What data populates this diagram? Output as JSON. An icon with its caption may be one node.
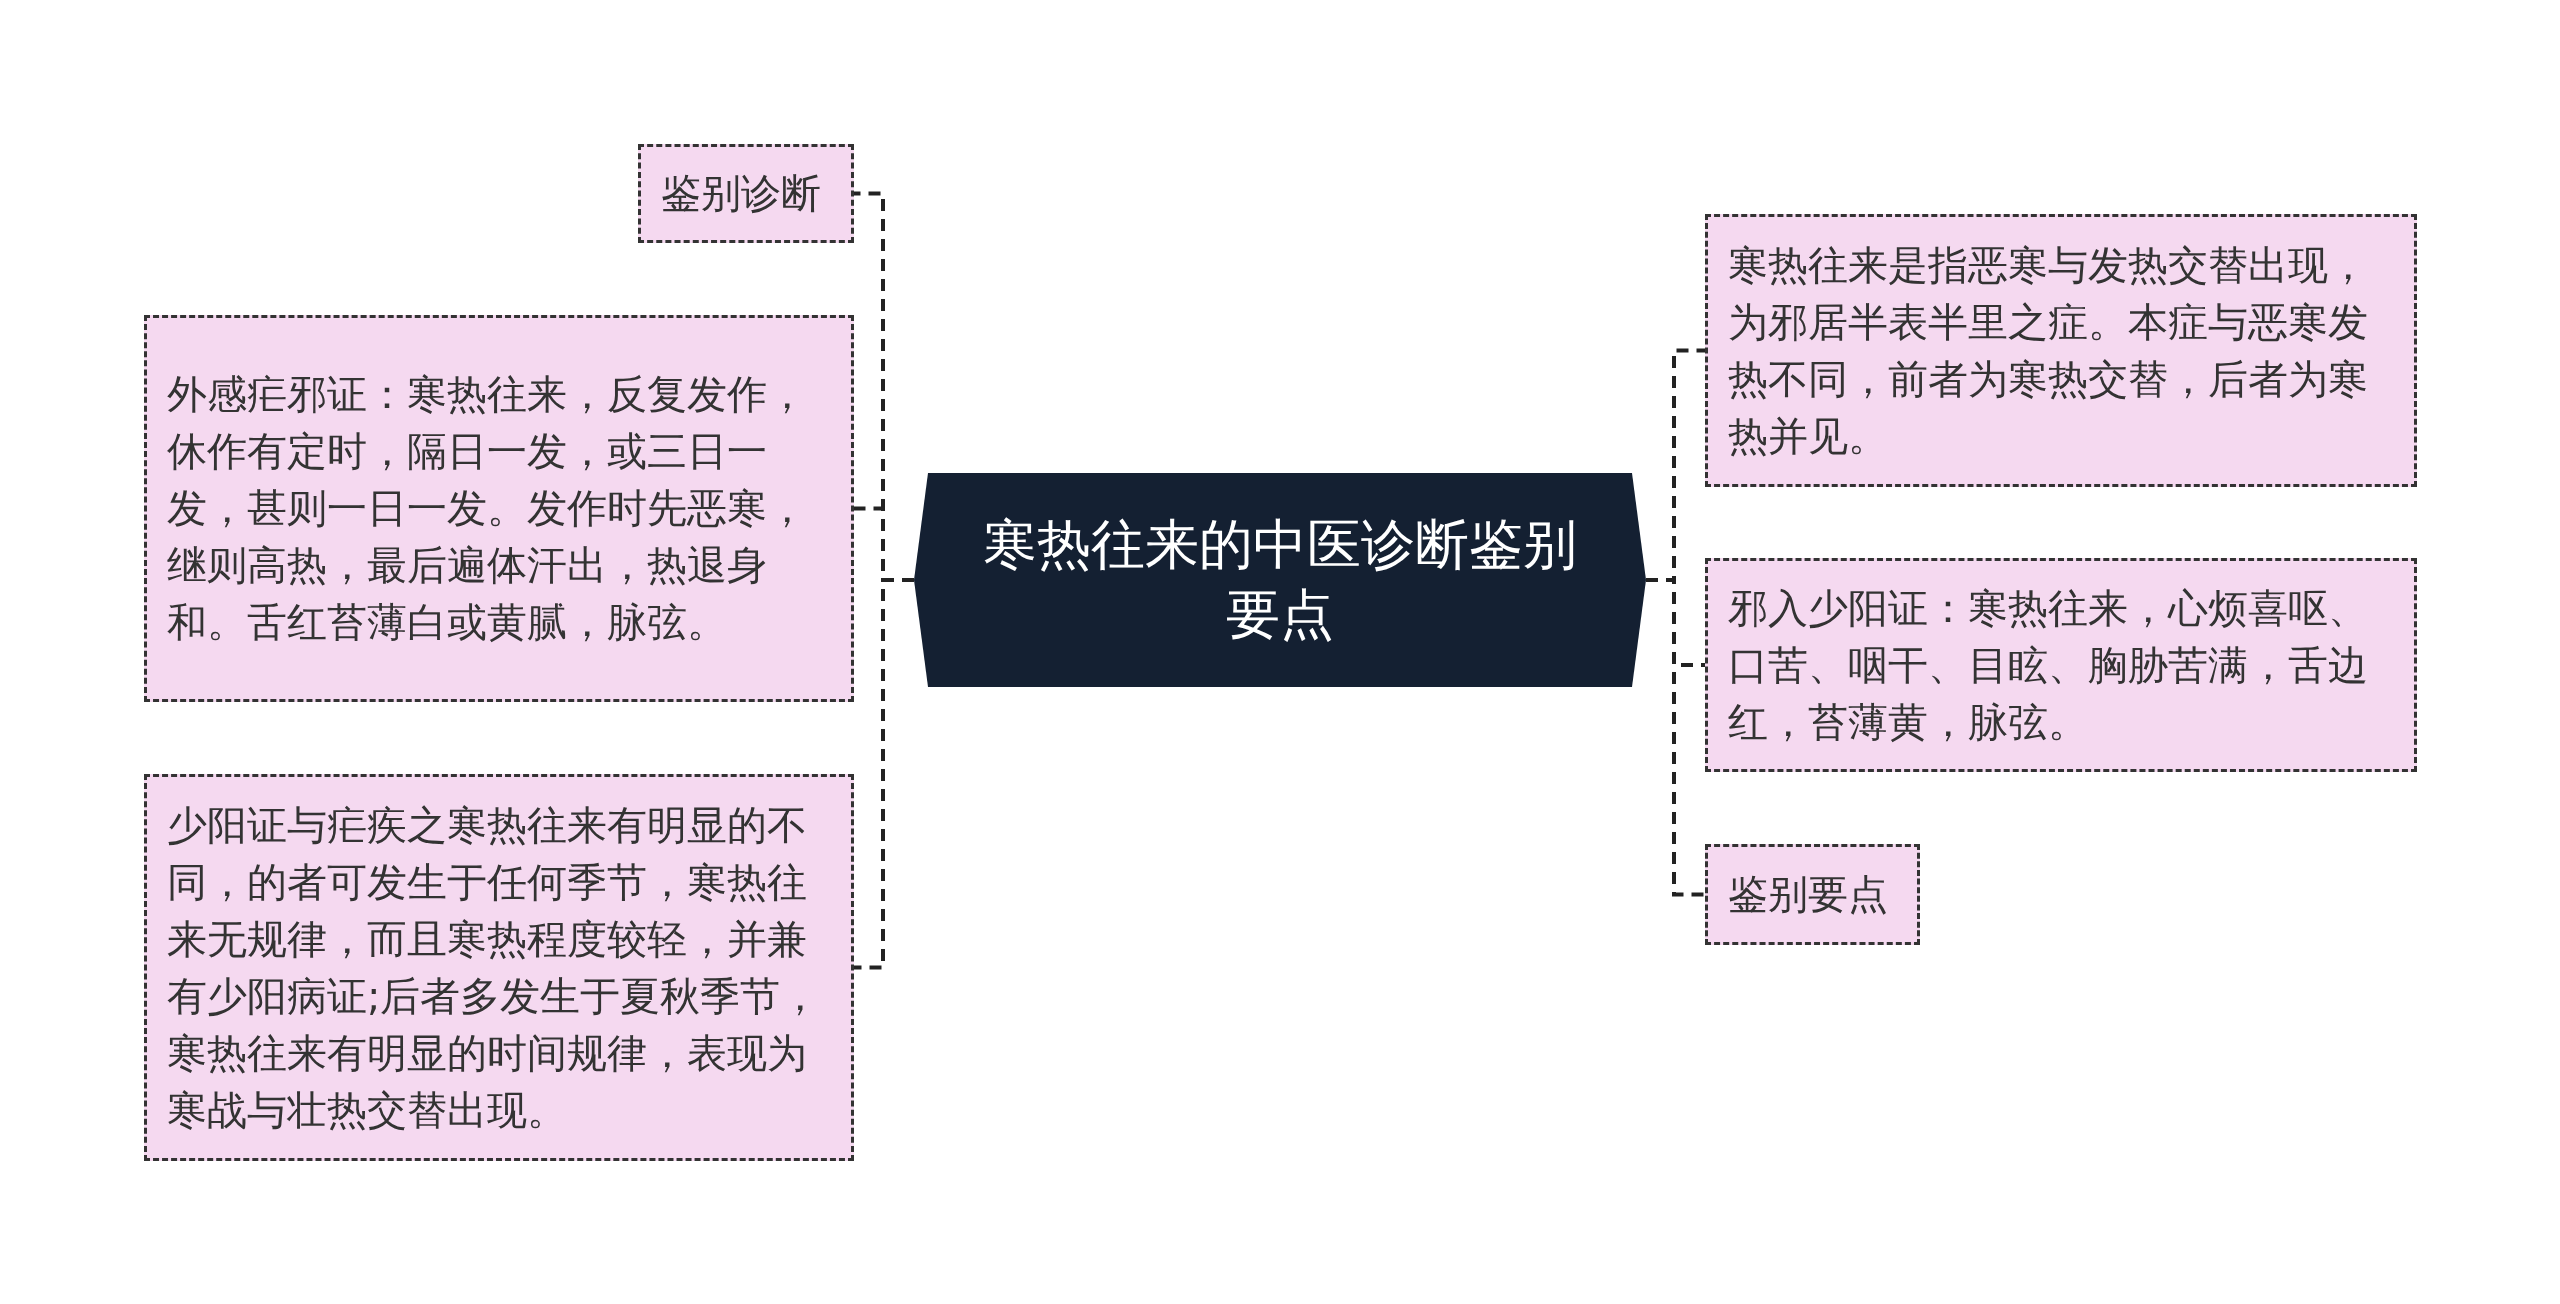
{
  "diagram": {
    "nodes": [
      {
        "text": [
          "寒热往来的中医诊断鉴别要点"
        ]
      },
      {
        "text": [
          "鉴别诊断"
        ]
      },
      {
        "text": [
          "外感疟邪证：寒热往来，反复发作，休作有定时，隔日一发，或三日一发，甚则一日一发。发作时先恶寒，继则高热，最后遍体汗出，热退身和。舌红苔薄白或黄腻，脉弦。"
        ]
      },
      {
        "text": [
          "少阳证与疟疾之寒热往来有明显的不同，的者可发生于任何季节，寒热往来无规律，而且寒热程度较轻，并兼有少阳病证;后者多发生于夏秋季节，寒热往来有明显的时间规律，表现为寒战与壮热交替出现。"
        ]
      },
      {
        "text": [
          "寒热往来是指恶寒与发热交替出现，为邪居半表半里之症。本症与恶寒发热不同，前者为寒热交替，后者为寒热并见。"
        ]
      },
      {
        "text": [
          "邪入少阳证：寒热往来，心烦喜呕、口苦、咽干、目眩、胸胁苦满，舌边红，苔薄黄，脉弦。"
        ]
      },
      {
        "text": [
          "鉴别要点"
        ]
      }
    ],
    "edges": [
      {
        "from": 0,
        "to": 1,
        "arrow": "none",
        "style": "dashed"
      },
      {
        "from": 0,
        "to": 2,
        "arrow": "none",
        "style": "dashed"
      },
      {
        "from": 0,
        "to": 3,
        "arrow": "none",
        "style": "dashed"
      },
      {
        "from": 0,
        "to": 4,
        "arrow": "none",
        "style": "dashed"
      },
      {
        "from": 0,
        "to": 5,
        "arrow": "none",
        "style": "dashed"
      },
      {
        "from": 0,
        "to": 6,
        "arrow": "none",
        "style": "dashed"
      }
    ]
  }
}
